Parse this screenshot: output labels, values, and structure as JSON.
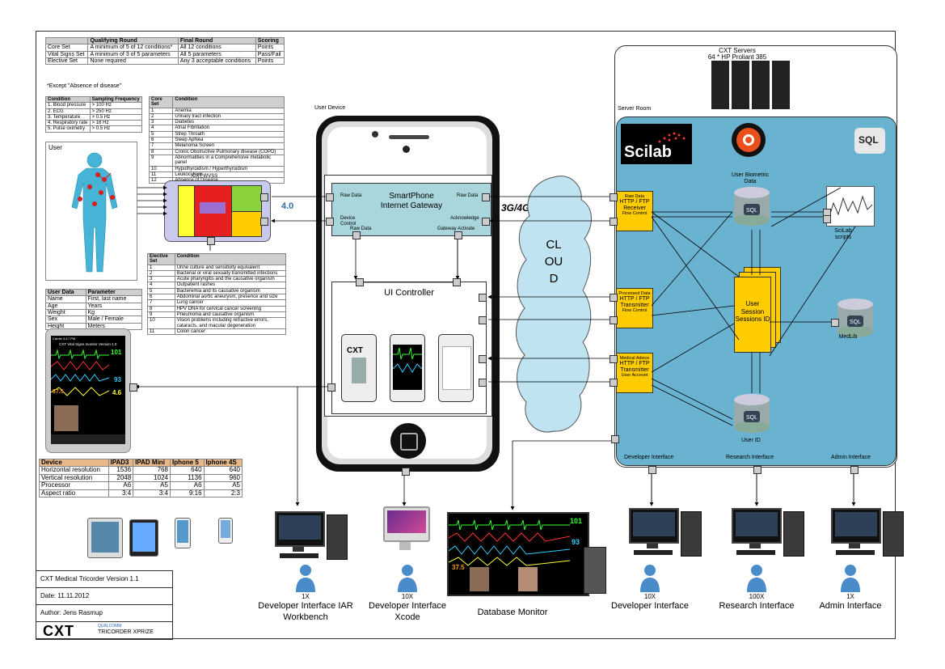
{
  "scoring_table": {
    "headers": [
      "",
      "Qualifying Round",
      "Final Round",
      "Scoring"
    ],
    "rows": [
      [
        "Core Set",
        "A minimum of 5 of 12 conditions*",
        "All 12 conditions",
        "Points"
      ],
      [
        "Vital Signs Set",
        "A minimum of 3 of 5 parameters",
        "All 5 parameters",
        "Pass/Fail"
      ],
      [
        "Elective Set",
        "None required",
        "Any 3 acceptable conditions",
        "Points"
      ]
    ],
    "footnote": "*Except \"Absence of disease\""
  },
  "sampling_table": {
    "headers": [
      "Condition",
      "Sampling Frequency"
    ],
    "rows": [
      [
        "1. Blood pressure",
        "> 100 Hz"
      ],
      [
        "2. ECG",
        "> 250 Hz"
      ],
      [
        "3. Temperature",
        "> 0.5 Hz"
      ],
      [
        "4. Respiratory rate",
        "> 16 Hz"
      ],
      [
        "5. Pulse oximetry",
        "> 0.5 Hz"
      ]
    ]
  },
  "core_table": {
    "headers": [
      "Core Set",
      "Condition"
    ],
    "rows": [
      [
        "1",
        "Anemia"
      ],
      [
        "2",
        "Urinary tract infection"
      ],
      [
        "3",
        "Diabetes"
      ],
      [
        "4",
        "Atrial Fibrillation"
      ],
      [
        "5",
        "Strep Throath"
      ],
      [
        "6",
        "Sleep ApNea"
      ],
      [
        "7",
        "Melanoma Screen"
      ],
      [
        "8",
        "Cronic Obstructive Pulmonary disease (COPD)"
      ],
      [
        "9",
        "Abnormalities in a Comprehensive metabolic panel"
      ],
      [
        "10",
        "Hypothyroidism / Hyperthyroidism"
      ],
      [
        "11",
        "Leukocytosis"
      ],
      [
        "12",
        "Absence of Disease"
      ]
    ]
  },
  "elective_table": {
    "headers": [
      "Elective Set",
      "Condition"
    ],
    "rows": [
      [
        "1",
        "Urine culture and sensitivity equivalent"
      ],
      [
        "2",
        "Bacterial or viral sexually transmitted infections"
      ],
      [
        "3",
        "Acute pharyngitis and the causative organism"
      ],
      [
        "4",
        "Outpatient rashes"
      ],
      [
        "5",
        "Bacteremia and its causative organism"
      ],
      [
        "6",
        "Abdominal aortic aneurysm, presence and size"
      ],
      [
        "7",
        "Lung cancer"
      ],
      [
        "8",
        "HPV DNA for cervical cancer screening"
      ],
      [
        "9",
        "Pneumonia and causative organism"
      ],
      [
        "10",
        "Vision problems including refractive errors, cataracts, and macular degeneration"
      ],
      [
        "11",
        "Colon cancer"
      ]
    ]
  },
  "user_table": {
    "headers": [
      "User Data",
      "Parameter"
    ],
    "rows": [
      [
        "Name",
        "First, last name"
      ],
      [
        "Age",
        "Years"
      ],
      [
        "Weight",
        "Kg"
      ],
      [
        "Sex",
        "Male / Female"
      ],
      [
        "Height",
        "Meters"
      ]
    ]
  },
  "device_table": {
    "headers": [
      "Device",
      "IPAD3",
      "IPAD Mini",
      "Iphone 5",
      "Iphone 4S"
    ],
    "rows": [
      [
        "Horizontal resolution",
        "1536",
        "768",
        "640",
        "640"
      ],
      [
        "Vertical resolution",
        "2048",
        "1024",
        "1136",
        "960"
      ],
      [
        "Processor",
        "A6",
        "A5",
        "A6",
        "A5"
      ],
      [
        "Aspect ratio",
        "3:4",
        "3:4",
        "9:16",
        "2:3"
      ]
    ]
  },
  "info_box": {
    "version": "CXT Medical Tricorder Version 1.1",
    "date": "Date: 11.11.2012",
    "author": "Author: Jens Rasmup",
    "logo_cxt": "CXT",
    "logo_xprize": "TRICORDER XPRIZE",
    "logo_qualcomm": "QUALCOMM"
  },
  "labels": {
    "user": "User",
    "wvss": "CXT WVSS",
    "bt": "4.0",
    "user_device": "User Device",
    "gateway": "SmartPhone Internet Gateway",
    "raw_data_left": "Raw Data",
    "raw_data_right": "Raw Data",
    "device_control": "Device Control",
    "acknowledge": "Acknowledge",
    "gw_raw_data": "Raw Data",
    "gw_activate": "Gateway Activate",
    "ui_controller": "UI Controller",
    "three_g": "3G/4G",
    "cloud": "CLOUD",
    "servers_title": "CXT Servers",
    "servers_sub": "64 * HP Proliant 385",
    "server_room": "Server Room",
    "scilab": "Scilab",
    "sql": "SQL",
    "biometric": "User Biometric Data",
    "scilab_scripts": "SciLab scripts",
    "medlib": "MedLib",
    "user_id": "User ID",
    "session": "User Session Sessions ID",
    "recv_top": "Raw Data",
    "recv_title": "HTTP / FTP Receiver",
    "recv_bottom": "Flow Control",
    "tx1_top": "Processed Data",
    "tx1_title": "HTTP / FTP Transmitter",
    "tx1_bottom": "Flow Control",
    "tx2_top": "Medical Advice",
    "tx2_title": "HTTP / FTP Transmitter",
    "tx2_bottom": "User Account",
    "dev_iface": "Developer Interface",
    "res_iface": "Research Interface",
    "admin_iface": "Admin Interface",
    "tablet_title": "CXT Vital Signs monitor Version 1.0",
    "tablet_status": "Carrier  5:17 PM",
    "phone_logo": "CXT"
  },
  "bottom": [
    {
      "count": "1X",
      "title": "Developer Interface IAR Workbench"
    },
    {
      "count": "10X",
      "title": "Developer Interface Xcode"
    },
    {
      "count": "",
      "title": "Database Monitor"
    },
    {
      "count": "10X",
      "title": "Developer Interface"
    },
    {
      "count": "100X",
      "title": "Research Interface"
    },
    {
      "count": "1X",
      "title": "Admin Interface"
    }
  ],
  "vitals": {
    "hr": "101",
    "spo2": "93",
    "resp": "4.6",
    "temp": "37.5"
  },
  "colors": {
    "server_room": "#6ab3d0",
    "yellow": "#ffcc00",
    "gateway": "#a9d6dc",
    "cloud": "#bfe3f0",
    "body": "#46b4d6"
  }
}
